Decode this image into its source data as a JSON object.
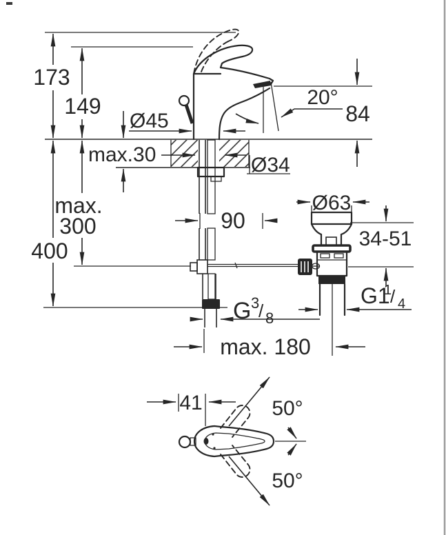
{
  "title": "Single-lever basin mixer installation dimension drawing",
  "colors": {
    "line": "#262626",
    "background": "#ffffff",
    "border": "#9c9c9c"
  },
  "dims": {
    "height_total": "173",
    "height_lever": "149",
    "deck_thickness": "max.30",
    "base_diameter": "Ø45",
    "hole_diameter": "Ø34",
    "spout_angle": "20°",
    "spout_height": "84",
    "shank_length": "90",
    "drain_flange_diameter": "Ø63",
    "drain_clamp_range": "34-51",
    "rod_max_line1": "max.",
    "rod_max_line2": "300",
    "hose_length": "400",
    "reach_max": "max. 180",
    "handle_offset": "41",
    "swivel_up": "50°",
    "swivel_down": "50°",
    "supply_thread_prefix": "G",
    "supply_thread_num": "3",
    "supply_thread_slash": "/",
    "supply_thread_den": "8",
    "drain_thread_prefix": "G1",
    "drain_thread_num": "1",
    "drain_thread_slash": "/",
    "drain_thread_den": "4"
  }
}
